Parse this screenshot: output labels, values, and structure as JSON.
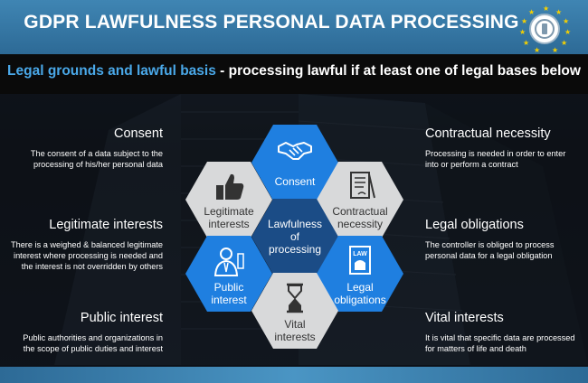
{
  "header": {
    "title": "GDPR LAWFULNESS PERSONAL DATA PROCESSING",
    "subtitle_highlight": "Legal grounds and lawful basis",
    "subtitle_rest": " - processing lawful if at least one of legal bases below",
    "badge_icon": "eu-stars-shield-icon"
  },
  "left_blocks": [
    {
      "title": "Consent",
      "desc": [
        "The consent of a data subject to the",
        "processing of his/her personal data"
      ]
    },
    {
      "title": "Legitimate interests",
      "desc": [
        "There is a weighed & balanced legitimate",
        "interest where processing is needed and",
        "the interest is not overridden by others"
      ]
    },
    {
      "title": "Public interest",
      "desc": [
        "Public authorities and organizations in",
        "the scope of public duties and interest"
      ]
    }
  ],
  "right_blocks": [
    {
      "title": "Contractual necessity",
      "desc": [
        "Processing is needed in order to enter",
        "into or perform a contract"
      ]
    },
    {
      "title": "Legal obligations",
      "desc": [
        "The controller is obliged to process",
        "personal data for a legal obligation"
      ]
    },
    {
      "title": "Vital interests",
      "desc": [
        "It is vital that specific data are processed",
        "for matters of life and death"
      ]
    }
  ],
  "hexagons": {
    "center": [
      "Lawfulness",
      "of",
      "processing"
    ],
    "consent": [
      "Consent"
    ],
    "legitimate": [
      "Legitimate",
      "interests"
    ],
    "contractual": [
      "Contractual",
      "necessity"
    ],
    "public": [
      "Public",
      "interest"
    ],
    "legal": [
      "Legal",
      "obligations"
    ],
    "vital": [
      "Vital",
      "interests"
    ],
    "legal_icon_text": "LAW"
  },
  "colors": {
    "accent_blue": "#1f7fe0",
    "center_blue": "#1b4c86",
    "grey": "#d8d9da",
    "title_bar": "#3f85b3",
    "highlight_text": "#4aa8e8"
  }
}
